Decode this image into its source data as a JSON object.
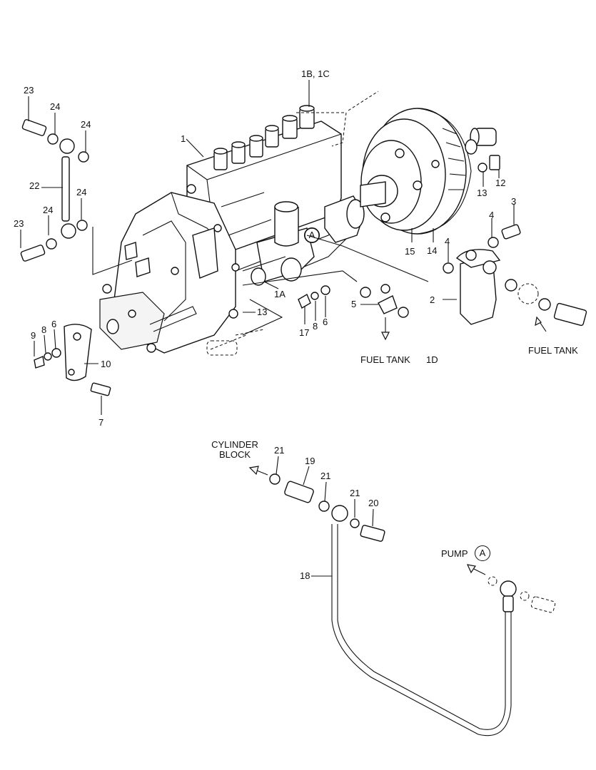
{
  "callouts": {
    "c1": "1",
    "c1a": "1A",
    "c1b1c": "1B, 1C",
    "c1d": "1D",
    "c2": "2",
    "c3": "3",
    "c4a": "4",
    "c4b": "4",
    "c5": "5",
    "c6a": "6",
    "c6b": "6",
    "c7": "7",
    "c8a": "8",
    "c8b": "8",
    "c9": "9",
    "c10": "10",
    "c12": "12",
    "c13a": "13",
    "c13b": "13",
    "c14": "14",
    "c15": "15",
    "c17": "17",
    "c18": "18",
    "c19": "19",
    "c20": "20",
    "c21a": "21",
    "c21b": "21",
    "c21c": "21",
    "c22": "22",
    "c23a": "23",
    "c23b": "23",
    "c24a": "24",
    "c24b": "24",
    "c24c": "24",
    "c24d": "24"
  },
  "labels": {
    "fuel_tank_left": "FUEL TANK",
    "fuel_tank_right": "FUEL TANK",
    "cylinder_block_line1": "CYLINDER",
    "cylinder_block_line2": "BLOCK",
    "pump": "PUMP",
    "marker_a": "A"
  }
}
